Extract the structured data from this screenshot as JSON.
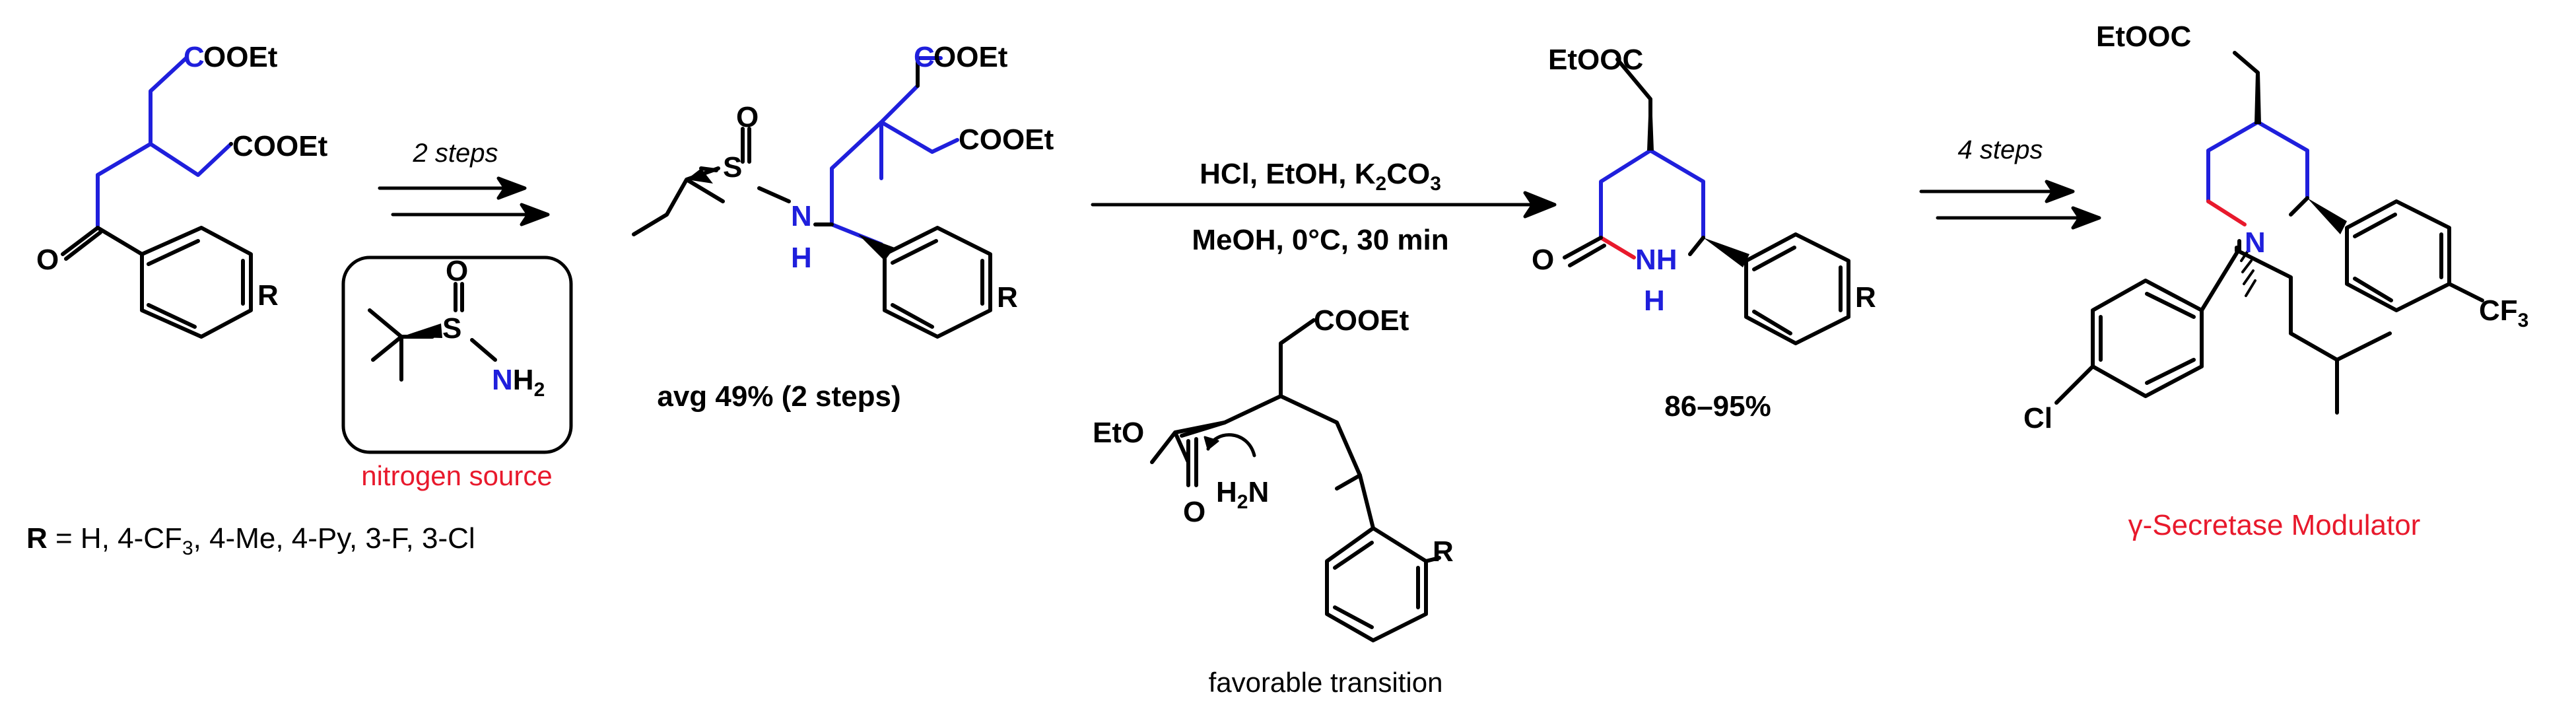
{
  "colors": {
    "black": "#000000",
    "highlight_blue": "#1f1fdc",
    "highlight_red": "#e8192c",
    "label_red": "#e8192c"
  },
  "groups": {
    "coo_et": "COOEt",
    "et_ooc": "EtOOC",
    "eto": "EtO",
    "r": "R",
    "o": "O",
    "s": "S",
    "n": "N",
    "h": "H",
    "nh": "NH",
    "nh2_n": "N",
    "nh2_h": "H",
    "sub_2": "2",
    "sub_3": "3",
    "cl": "Cl",
    "cf": "CF",
    "h2n_h": "H",
    "h2n_n": "N"
  },
  "arrows": {
    "step1": "2 steps",
    "step2_line1_a": "HCl, EtOH, K",
    "step2_line1_sub": "2",
    "step2_line1_b": "CO",
    "step2_line1_sub2": "3",
    "step2_line2": "MeOH, 0°C, 30 min",
    "step3": "4 steps"
  },
  "labels": {
    "nitrogen_source": "nitrogen source",
    "r_def_bold": "R",
    "r_def_a": " = H, 4-CF",
    "r_def_sub": "3",
    "r_def_b": ", 4-Me, 4-Py, 3-F, 3-Cl",
    "yield_1": "avg 49% (2 steps)",
    "yield_2": "86–95%",
    "transition": "favorable transition",
    "product": "γ-Secretase Modulator"
  }
}
